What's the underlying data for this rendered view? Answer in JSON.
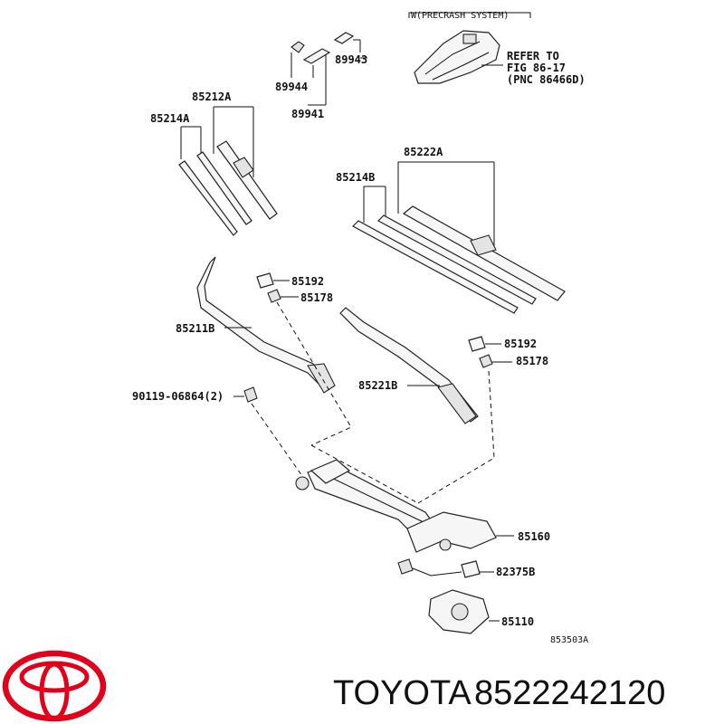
{
  "diagram": {
    "inset": {
      "title": "W(PRECRASH SYSTEM)",
      "note_lines": [
        "REFER TO",
        "FIG 86-17",
        "(PNC 86466D)"
      ]
    },
    "labels": {
      "p89943": "89943",
      "p89944": "89944",
      "p89941": "89941",
      "p85212A": "85212A",
      "p85214A": "85214A",
      "p85222A": "85222A",
      "p85214B": "85214B",
      "p85192_a": "85192",
      "p85178_a": "85178",
      "p85211B": "85211B",
      "p85192_b": "85192",
      "p85178_b": "85178",
      "p90119": "90119-06864(2)",
      "p85221B": "85221B",
      "p85160": "85160",
      "p82375B": "82375B",
      "p85110": "85110"
    },
    "figure_code": "853503A"
  },
  "footer": {
    "brand": "TOYOTA",
    "part_number": "8522242120",
    "logo_color": "#e2001a"
  }
}
